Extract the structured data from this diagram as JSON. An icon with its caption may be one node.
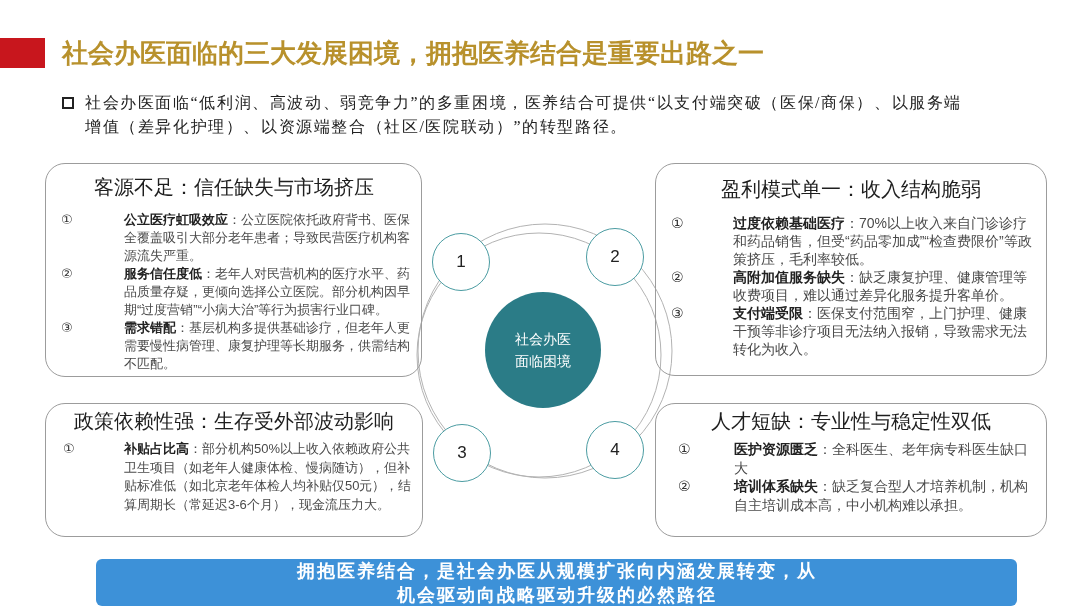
{
  "diagram": {
    "title": "社会办医面临的三大发展困境，拥抱医养结合是重要出路之一",
    "nodes": [
      {
        "text": [
          "客源不足：信任缺失与市场挤压",
          "①",
          "**公立医疗虹吸效应**：公立医院依托政府背书、医保全覆盖吸引大部分老年患者；导致民营医疗机构客源流失严重。",
          "②",
          "**服务信任度低**：老年人对民营机构的医疗水平、药品质量存疑，更倾向选择公立医院。部分机构因早期“过度营销”“小病大治”等行为损害行业口碑。",
          "③",
          "**需求错配**：基层机构多提供基础诊疗，但老年人更需要慢性病管理、康复护理等长期服务，供需结构不匹配。"
        ]
      },
      {
        "text": [
          "1"
        ]
      },
      {
        "text": [
          "2"
        ]
      },
      {
        "text": [
          "盈利模式单一：收入结构脆弱",
          "①",
          "**过度依赖基础医疗**：70%以上收入来自门诊诊疗和药品销售，但受“药品零加成”“检查费限价”等政策挤压，毛利率较低。",
          "②",
          "**高附加值服务缺失**：缺乏康复护理、健康管理等收费项目，难以通过差异化服务提升客单价。",
          "③",
          "**支付端受限**：医保支付范围窄，上门护理、健康干预等非诊疗项目无法纳入报销，导致需求无法转化为收入。"
        ]
      },
      {
        "text": [
          "社会办医面临困境"
        ]
      },
      {
        "text": [
          "政策依赖性强：生存受外部波动影响",
          "①",
          "**补贴占比高**：部分机构50%以上收入依赖政府公共卫生项目（如老年人健康体检、慢病随访），但补贴标准低（如北京老年体检人均补贴仅50元），结算周期长（常延迟3-6个月），现金流压力大。"
        ]
      },
      {
        "text": [
          "3"
        ]
      },
      {
        "text": [
          "4"
        ]
      },
      {
        "text": [
          "人才短缺：专业性与稳定性双低",
          "①",
          "**医护资源匮乏**：全科医生、老年病专科医生缺口大",
          "②",
          "**培训体系缺失**：缺乏复合型人才培养机制，机构自主培训成本高，中小机构难以承担。"
        ]
      },
      {
        "text": [
          "拥抱医养结合，是社会办医从规模扩张向内涵发展转变，从机会驱动向战略驱动升级的必然路径"
        ]
      }
    ],
    "labels": [
      "社会办医面临“低利润、高波动、弱竞争力”的多重困境，医养结合可提供“以支付端突破（医保/商保）、以服务端增值（差异化护理）、以资源端整合（社区/医院联动）”的转型路径。"
    ]
  }
}
